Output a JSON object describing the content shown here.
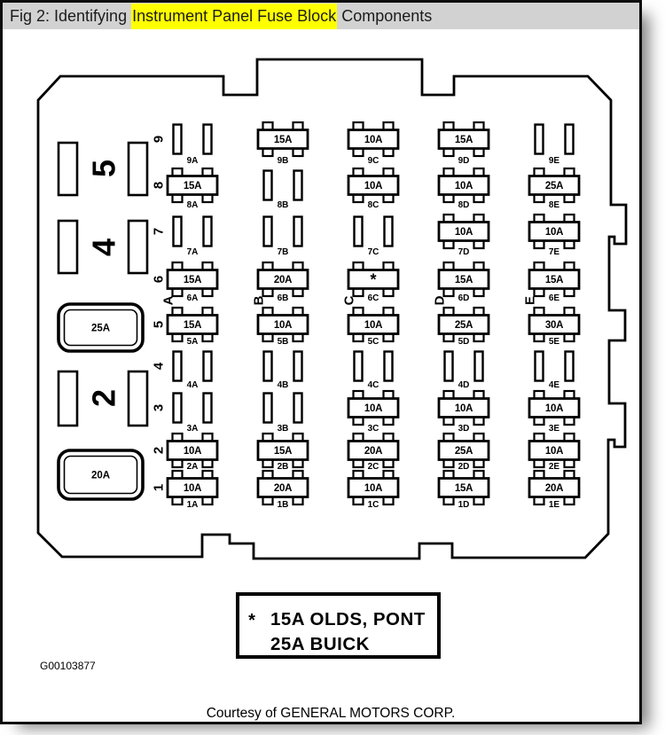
{
  "title_bar": {
    "prefix": "Fig 2: Identifying ",
    "highlight": "Instrument Panel Fuse Block",
    "suffix": " Components",
    "highlight_color": "#ffff00",
    "bar_color": "#d2d2d2",
    "ink_color": "#000000"
  },
  "diagram": {
    "columns": [
      "A",
      "B",
      "C",
      "D",
      "E"
    ],
    "rows": [
      {
        "number": "9",
        "cells": [
          {
            "id": "9A",
            "value": ""
          },
          {
            "id": "9B",
            "value": "15A"
          },
          {
            "id": "9C",
            "value": "10A"
          },
          {
            "id": "9D",
            "value": "15A"
          },
          {
            "id": "9E",
            "value": ""
          }
        ]
      },
      {
        "number": "8",
        "cells": [
          {
            "id": "8A",
            "value": "15A"
          },
          {
            "id": "8B",
            "value": ""
          },
          {
            "id": "8C",
            "value": "10A"
          },
          {
            "id": "8D",
            "value": "10A"
          },
          {
            "id": "8E",
            "value": "25A"
          }
        ]
      },
      {
        "number": "7",
        "cells": [
          {
            "id": "7A",
            "value": ""
          },
          {
            "id": "7B",
            "value": ""
          },
          {
            "id": "7C",
            "value": ""
          },
          {
            "id": "7D",
            "value": "10A"
          },
          {
            "id": "7E",
            "value": "10A"
          }
        ]
      },
      {
        "number": "6",
        "cells": [
          {
            "id": "6A",
            "value": "15A"
          },
          {
            "id": "6B",
            "value": "20A"
          },
          {
            "id": "6C",
            "value": "*"
          },
          {
            "id": "6D",
            "value": "15A"
          },
          {
            "id": "6E",
            "value": "15A"
          }
        ]
      },
      {
        "number": "5",
        "cells": [
          {
            "id": "5A",
            "value": "15A"
          },
          {
            "id": "5B",
            "value": "10A"
          },
          {
            "id": "5C",
            "value": "10A"
          },
          {
            "id": "5D",
            "value": "25A"
          },
          {
            "id": "5E",
            "value": "30A"
          }
        ]
      },
      {
        "number": "4",
        "cells": [
          {
            "id": "4A",
            "value": ""
          },
          {
            "id": "4B",
            "value": ""
          },
          {
            "id": "4C",
            "value": ""
          },
          {
            "id": "4D",
            "value": ""
          },
          {
            "id": "4E",
            "value": ""
          }
        ]
      },
      {
        "number": "3",
        "cells": [
          {
            "id": "3A",
            "value": ""
          },
          {
            "id": "3B",
            "value": ""
          },
          {
            "id": "3C",
            "value": "10A"
          },
          {
            "id": "3D",
            "value": "10A"
          },
          {
            "id": "3E",
            "value": "10A"
          }
        ]
      },
      {
        "number": "2",
        "cells": [
          {
            "id": "2A",
            "value": "10A"
          },
          {
            "id": "2B",
            "value": "15A"
          },
          {
            "id": "2C",
            "value": "20A"
          },
          {
            "id": "2D",
            "value": "25A"
          },
          {
            "id": "2E",
            "value": "10A"
          }
        ]
      },
      {
        "number": "1",
        "cells": [
          {
            "id": "1A",
            "value": "10A"
          },
          {
            "id": "1B",
            "value": "20A"
          },
          {
            "id": "1C",
            "value": "10A"
          },
          {
            "id": "1D",
            "value": "15A"
          },
          {
            "id": "1E",
            "value": "20A"
          }
        ]
      }
    ],
    "left_modules": [
      {
        "type": "slot-pair",
        "number": "5"
      },
      {
        "type": "slot-pair",
        "number": "4"
      },
      {
        "type": "breaker",
        "label": "25A"
      },
      {
        "type": "slot-pair",
        "number": "2"
      },
      {
        "type": "breaker",
        "label": "20A"
      }
    ],
    "legend": {
      "symbol": "*",
      "line1": "15A OLDS, PONT",
      "line2": "25A BUICK"
    },
    "figure_id": "G00103877"
  },
  "footer": {
    "credit": "Courtesy of GENERAL MOTORS CORP."
  }
}
